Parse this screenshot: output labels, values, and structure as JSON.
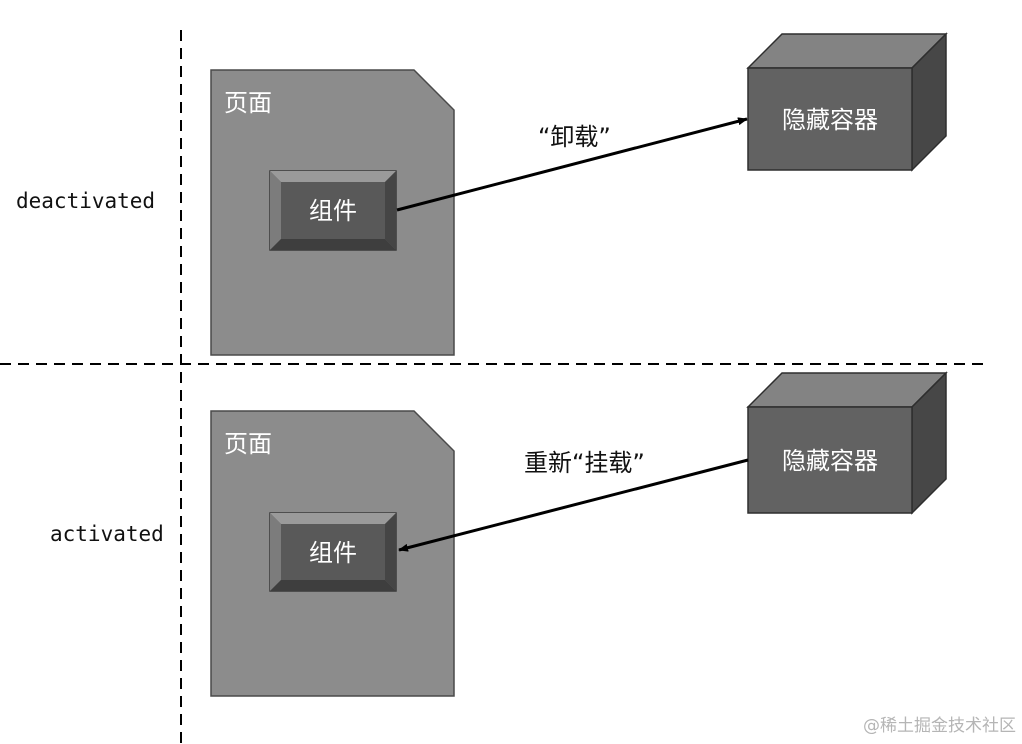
{
  "states": {
    "deactivated": "deactivated",
    "activated": "activated"
  },
  "top": {
    "page_label": "页面",
    "component_label": "组件",
    "container_label": "隐藏容器",
    "arrow_label": "“卸载”"
  },
  "bottom": {
    "page_label": "页面",
    "component_label": "组件",
    "container_label": "隐藏容器",
    "arrow_label": "重新“挂载”"
  },
  "watermark": "@稀土掘金技术社区",
  "colors": {
    "page_fill": "#8c8c8c",
    "component_outer": "#6a6a6a",
    "component_inner": "#555555",
    "container_front": "#626262",
    "container_top": "#828282",
    "container_side": "#454545",
    "line": "#000000"
  }
}
